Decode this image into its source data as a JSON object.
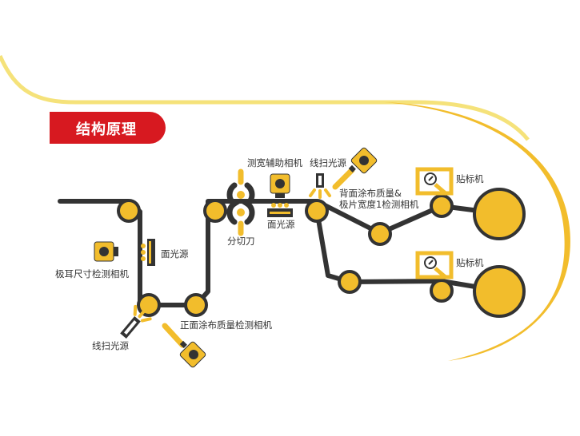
{
  "title": "结构原理",
  "colors": {
    "accent_yellow": "#f2bd2c",
    "dark_line": "#333333",
    "title_red": "#d71920",
    "arc_light": "#f5e27a",
    "arc_dark": "#e8ae16"
  },
  "labels": {
    "area_light_left": "面光源",
    "tab_size_camera": "极耳尺寸检测相机",
    "line_scan_light_bottom": "线扫光源",
    "front_coating_camera": "正面涂布质量检测相机",
    "slitting_knife": "分切刀",
    "width_aux_camera": "测宽辅助相机",
    "area_light_mid": "面光源",
    "line_scan_light_top": "线扫光源",
    "back_coating_camera_line1": "背面涂布质量&",
    "back_coating_camera_line2": "极片宽度1检测相机",
    "labeler_top": "贴标机",
    "labeler_bottom": "贴标机"
  }
}
